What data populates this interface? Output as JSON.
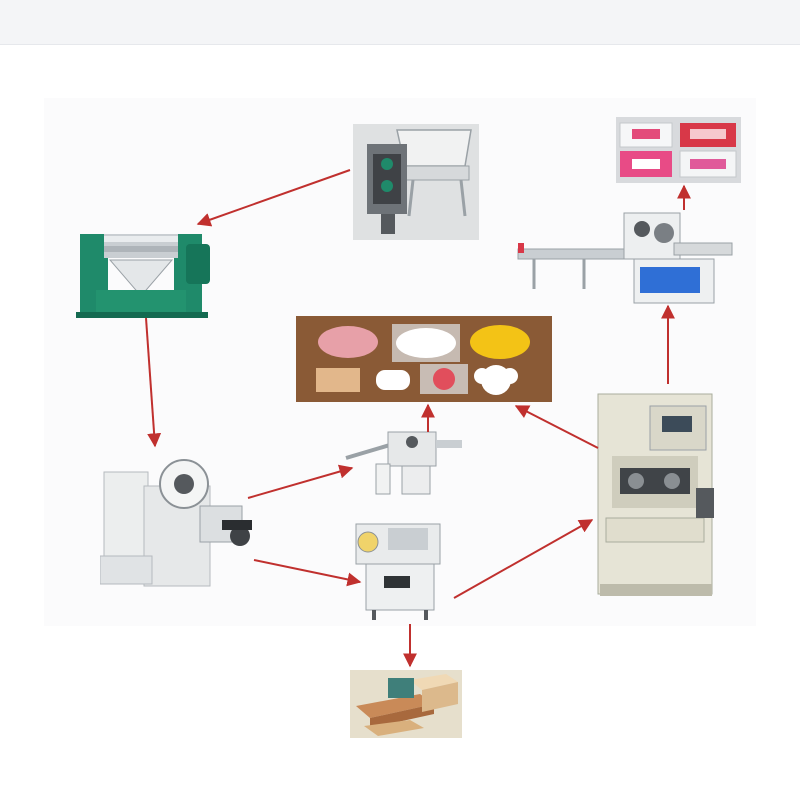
{
  "colors": {
    "arrow": "#c0302e",
    "mill_green": "#1f8a6a",
    "machine_white": "#eceeee",
    "machine_steel": "#b9bfc4",
    "panel_blue": "#2f6fd6",
    "soap_pink": "#e7a0a8",
    "soap_yellow": "#f3c316",
    "wood_table": "#8a5a36"
  },
  "icons": {
    "mixer": "mixer-machine-icon",
    "three_roll_mill": "three-roll-mill-icon",
    "plodder": "vacuum-plodder-icon",
    "bar_cutter": "bar-cutter-icon",
    "stamping_press": "soap-stamping-press-icon",
    "flow_wrapper": "flow-wrapping-machine-icon",
    "pleat_wrapper": "pleat-wrapping-machine-icon",
    "cutter_small": "small-cutting-machine-icon",
    "soap_samples": "finished-soap-samples-icon",
    "packaged_soap": "packaged-soap-icon",
    "soap_bars": "soap-bars-icon"
  },
  "flow": [
    {
      "from": "mixer",
      "to": "three-roll-mill"
    },
    {
      "from": "three-roll-mill",
      "to": "plodder"
    },
    {
      "from": "plodder",
      "to": "bar-cutter"
    },
    {
      "from": "plodder",
      "to": "cutting-machine"
    },
    {
      "from": "cutting-machine",
      "to": "soap-bars"
    },
    {
      "from": "cutting-machine",
      "to": "stamping-press"
    },
    {
      "from": "stamping-press",
      "to": "finished-soaps"
    },
    {
      "from": "bar-cutter",
      "to": "finished-soaps"
    },
    {
      "from": "stamping-press",
      "to": "flow-wrapper"
    },
    {
      "from": "flow-wrapper",
      "to": "packaged-soap"
    }
  ]
}
